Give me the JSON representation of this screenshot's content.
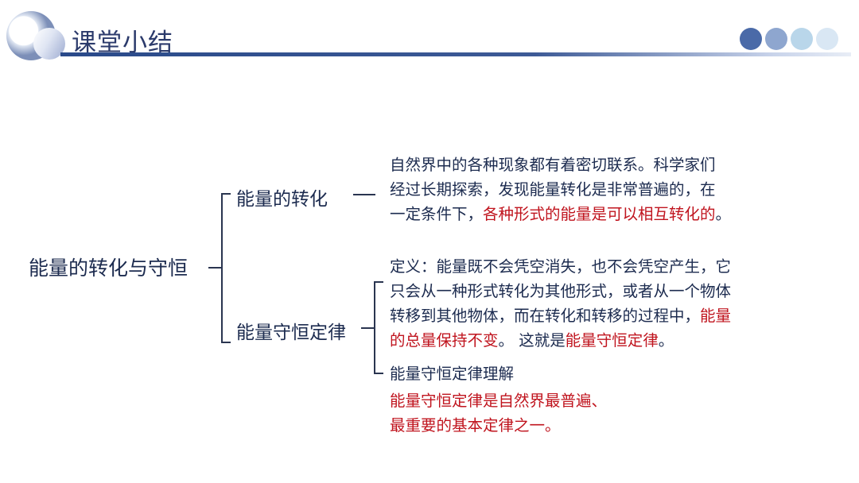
{
  "header": {
    "title": "课堂小结"
  },
  "colors": {
    "accent": "#2a4a8a",
    "highlight": "#c0141e",
    "text": "#1c2b4f"
  },
  "mindmap": {
    "root": "能量的转化与守恒",
    "branch1": {
      "label": "能量的转化",
      "lines": [
        [
          {
            "text": "自然界中的各种现象都有着密切联系。科学家们",
            "red": false
          }
        ],
        [
          {
            "text": "经过长期探索，发现能量转化是非常普遍的，在",
            "red": false
          }
        ],
        [
          {
            "text": "一定条件下，",
            "red": false
          },
          {
            "text": "各种形式的能量是可以相互转化的",
            "red": true
          },
          {
            "text": "。",
            "red": false
          }
        ]
      ]
    },
    "branch2": {
      "label": "能量守恒定律",
      "definition_lines": [
        [
          {
            "text": "定义：能量既不会凭空消失，也不会凭空产生，它",
            "red": false
          }
        ],
        [
          {
            "text": "只会从一种形式转化为其他形式，或者从一个物体",
            "red": false
          }
        ],
        [
          {
            "text": "转移到其他物体，而在转化和转移的过程中，",
            "red": false
          },
          {
            "text": "能量",
            "red": true
          }
        ],
        [
          {
            "text": "的总量保持不变",
            "red": true
          },
          {
            "text": "。 这就是",
            "red": false
          },
          {
            "text": "能量守恒定律",
            "red": true
          },
          {
            "text": "。",
            "red": false
          }
        ]
      ],
      "understanding_label": "能量守恒定律理解",
      "understanding_lines": [
        "能量守恒定律是自然界最普遍、",
        "最重要的基本定律之一。"
      ]
    }
  }
}
